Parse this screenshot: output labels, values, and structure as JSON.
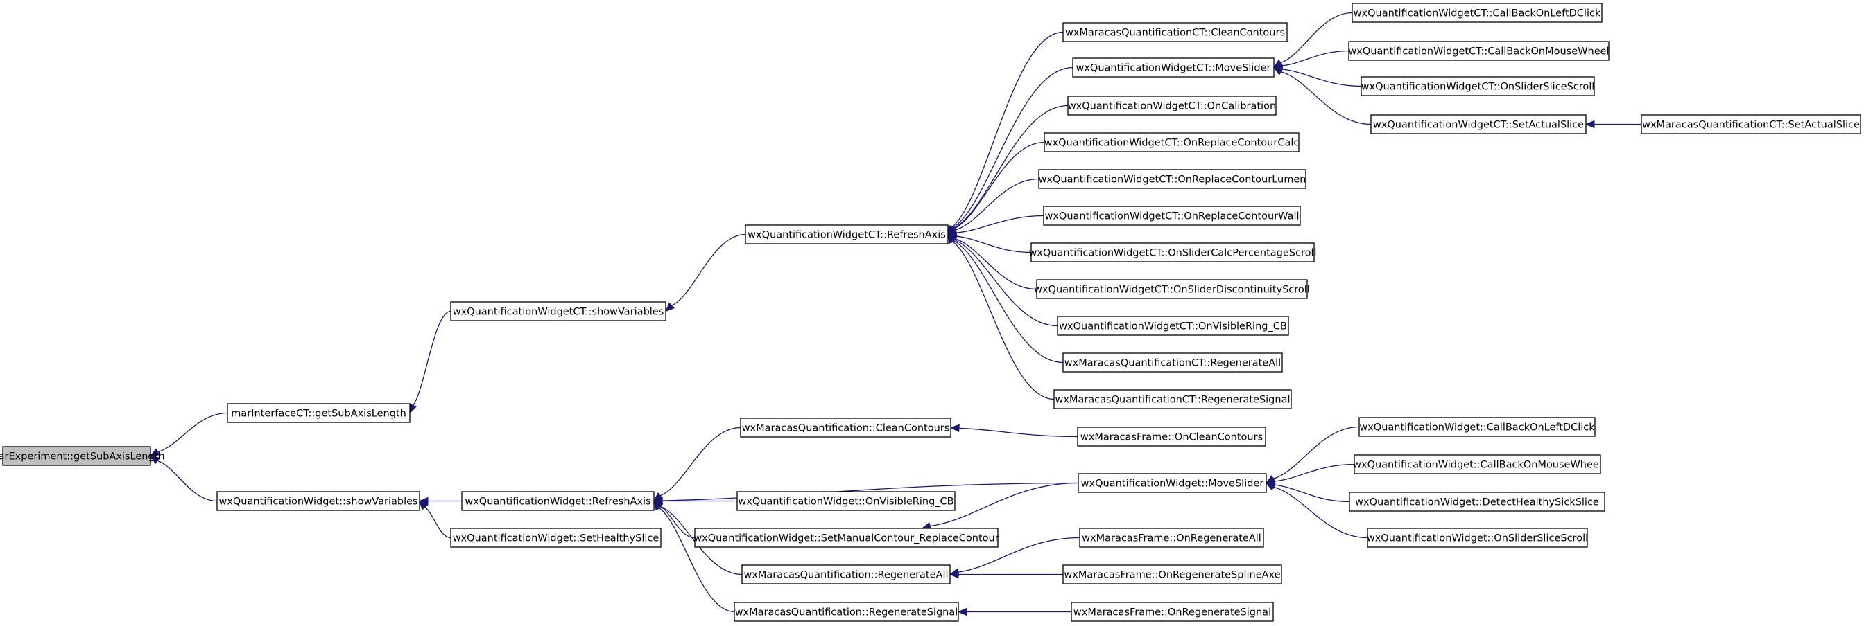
{
  "diagram": {
    "nodes": {
      "root": "marExperiment::getSubAxisLength",
      "mi_gsal": "marInterfaceCT::getSubAxisLength",
      "qw_showvars": "wxQuantificationWidget::showVariables",
      "qwct_showvars": "wxQuantificationWidgetCT::showVariables",
      "qwct_refresh": "wxQuantificationWidgetCT::RefreshAxis",
      "mqct_clean": "wxMaracasQuantificationCT::CleanContours",
      "qwct_move": "wxQuantificationWidgetCT::MoveSlider",
      "qwct_calib": "wxQuantificationWidgetCT::OnCalibration",
      "qwct_rcalc": "wxQuantificationWidgetCT::OnReplaceContourCalc",
      "qwct_rlumen": "wxQuantificationWidgetCT::OnReplaceContourLumen",
      "qwct_rwall": "wxQuantificationWidgetCT::OnReplaceContourWall",
      "qwct_scalc": "wxQuantificationWidgetCT::OnSliderCalcPercentageScroll",
      "qwct_sdisc": "wxQuantificationWidgetCT::OnSliderDiscontinuityScroll",
      "qwct_ring": "wxQuantificationWidgetCT::OnVisibleRing_CB",
      "mqct_regall": "wxMaracasQuantificationCT::RegenerateAll",
      "mqct_regsig": "wxMaracasQuantificationCT::RegenerateSignal",
      "qwct_cbleft": "wxQuantificationWidgetCT::CallBackOnLeftDClick",
      "qwct_cbwheel": "wxQuantificationWidgetCT::CallBackOnMouseWheel",
      "qwct_sslice": "wxQuantificationWidgetCT::OnSliderSliceScroll",
      "qwct_setslice": "wxQuantificationWidgetCT::SetActualSlice",
      "mqct_setslice": "wxMaracasQuantificationCT::SetActualSlice",
      "qw_refresh": "wxQuantificationWidget::RefreshAxis",
      "qw_sethealthy": "wxQuantificationWidget::SetHealthySlice",
      "mq_clean": "wxMaracasQuantification::CleanContours",
      "qw_ring": "wxQuantificationWidget::OnVisibleRing_CB",
      "qw_setmanual": "wxQuantificationWidget::SetManualContour_ReplaceContour",
      "mq_regall": "wxMaracasQuantification::RegenerateAll",
      "mq_regsig": "wxMaracasQuantification::RegenerateSignal",
      "mf_clean": "wxMaracasFrame::OnCleanContours",
      "qw_move": "wxQuantificationWidget::MoveSlider",
      "mf_regall": "wxMaracasFrame::OnRegenerateAll",
      "mf_regspline": "wxMaracasFrame::OnRegenerateSplineAxe",
      "mf_regsig": "wxMaracasFrame::OnRegenerateSignal",
      "qw_cbleft": "wxQuantificationWidget::CallBackOnLeftDClick",
      "qw_cbwheel": "wxQuantificationWidget::CallBackOnMouseWheel",
      "qw_detect": "wxQuantificationWidget::DetectHealthySickSlice",
      "qw_sslice": "wxQuantificationWidget::OnSliderSliceScroll"
    },
    "edges": [
      {
        "from": "mi_gsal",
        "to": "root"
      },
      {
        "from": "qw_showvars",
        "to": "root"
      },
      {
        "from": "qwct_showvars",
        "to": "mi_gsal"
      },
      {
        "from": "qwct_refresh",
        "to": "qwct_showvars"
      },
      {
        "from": "mqct_clean",
        "to": "qwct_refresh"
      },
      {
        "from": "qwct_move",
        "to": "qwct_refresh"
      },
      {
        "from": "qwct_calib",
        "to": "qwct_refresh"
      },
      {
        "from": "qwct_rcalc",
        "to": "qwct_refresh"
      },
      {
        "from": "qwct_rlumen",
        "to": "qwct_refresh"
      },
      {
        "from": "qwct_rwall",
        "to": "qwct_refresh"
      },
      {
        "from": "qwct_scalc",
        "to": "qwct_refresh"
      },
      {
        "from": "qwct_sdisc",
        "to": "qwct_refresh"
      },
      {
        "from": "qwct_ring",
        "to": "qwct_refresh"
      },
      {
        "from": "mqct_regall",
        "to": "qwct_refresh"
      },
      {
        "from": "mqct_regsig",
        "to": "qwct_refresh"
      },
      {
        "from": "qwct_cbleft",
        "to": "qwct_move"
      },
      {
        "from": "qwct_cbwheel",
        "to": "qwct_move"
      },
      {
        "from": "qwct_sslice",
        "to": "qwct_move"
      },
      {
        "from": "qwct_setslice",
        "to": "qwct_move"
      },
      {
        "from": "mqct_setslice",
        "to": "qwct_setslice"
      },
      {
        "from": "qw_refresh",
        "to": "qw_showvars"
      },
      {
        "from": "qw_sethealthy",
        "to": "qw_showvars"
      },
      {
        "from": "mq_clean",
        "to": "qw_refresh"
      },
      {
        "from": "qw_move",
        "to": "qw_refresh"
      },
      {
        "from": "qw_ring",
        "to": "qw_refresh"
      },
      {
        "from": "qw_setmanual",
        "to": "qw_refresh"
      },
      {
        "from": "mq_regall",
        "to": "qw_refresh"
      },
      {
        "from": "mq_regsig",
        "to": "qw_refresh"
      },
      {
        "from": "mf_clean",
        "to": "mq_clean"
      },
      {
        "from": "qw_move",
        "to": "qw_setmanual"
      },
      {
        "from": "qw_cbleft",
        "to": "qw_move"
      },
      {
        "from": "qw_cbwheel",
        "to": "qw_move"
      },
      {
        "from": "qw_detect",
        "to": "qw_move"
      },
      {
        "from": "qw_sslice",
        "to": "qw_move"
      },
      {
        "from": "mf_regall",
        "to": "mq_regall"
      },
      {
        "from": "mf_regspline",
        "to": "mq_regall"
      },
      {
        "from": "mf_regsig",
        "to": "mq_regsig"
      }
    ]
  },
  "colors": {
    "edge": "#191970",
    "root_fill": "#bfbfbf",
    "node_fill": "#ffffff",
    "node_stroke": "#000000"
  }
}
